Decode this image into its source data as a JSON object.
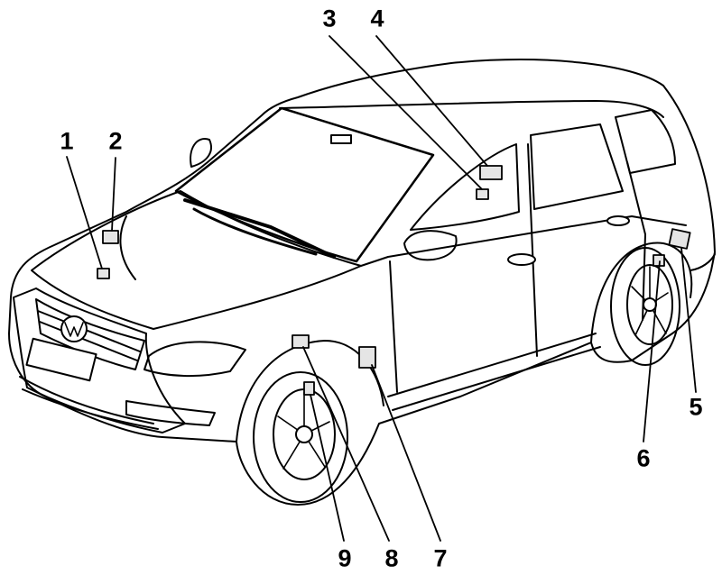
{
  "callouts": [
    {
      "number": "1"
    },
    {
      "number": "2"
    },
    {
      "number": "3"
    },
    {
      "number": "4"
    },
    {
      "number": "5"
    },
    {
      "number": "6"
    },
    {
      "number": "7"
    },
    {
      "number": "8"
    },
    {
      "number": "9"
    }
  ],
  "colors": {
    "ink": "#000000",
    "paper": "#ffffff",
    "marker_fill": "#e5e5e5"
  }
}
